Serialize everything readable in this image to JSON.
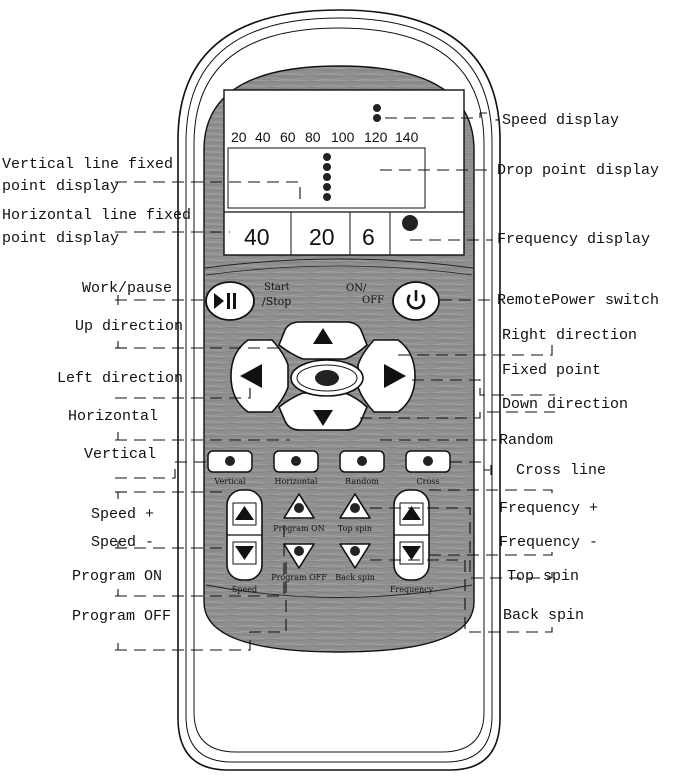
{
  "screen": {
    "speed_scale": [
      "20",
      "40",
      "60",
      "80",
      "100",
      "120",
      "140"
    ],
    "horizontal_value": "40",
    "vertical_value": "20",
    "frequency_value": "6"
  },
  "buttons": {
    "start_stop_top": "Start",
    "start_stop_bottom": "Stop",
    "power_on": "ON",
    "power_off": "OFF",
    "vertical": "Vertical",
    "horizontal": "Horizontal",
    "random": "Random",
    "cross": "Cross",
    "program_on": "Program ON",
    "program_off": "Program OFF",
    "top_spin": "Top spin",
    "back_spin": "Back spin",
    "speed": "Speed",
    "frequency": "Frequency"
  },
  "labels_left": {
    "vertical_line_1": "Vertical line fixed",
    "vertical_line_2": "point display",
    "horizontal_line_1": "Horizontal line fixed",
    "horizontal_line_2": "point display",
    "work_pause": "Work/pause",
    "up_direction": "Up direction",
    "left_direction": "Left direction",
    "horizontal": "Horizontal",
    "vertical": "Vertical",
    "speed_plus": "Speed +",
    "speed_minus": "Speed -",
    "program_on": "Program ON",
    "program_off": "Program OFF"
  },
  "labels_right": {
    "speed_display": "-Speed display",
    "drop_point_display": "Drop point display",
    "frequency_display": "Frequency display",
    "remote_power_switch": "RemotePower switch",
    "right_direction": "Right direction",
    "fixed_point": "Fixed point",
    "down_direction": "Down direction",
    "random": "-Random",
    "cross_line": "Cross line",
    "frequency_plus": "Frequency +",
    "frequency_minus": "Frequency -",
    "top_spin": "Top spin",
    "back_spin": "Back spin"
  }
}
